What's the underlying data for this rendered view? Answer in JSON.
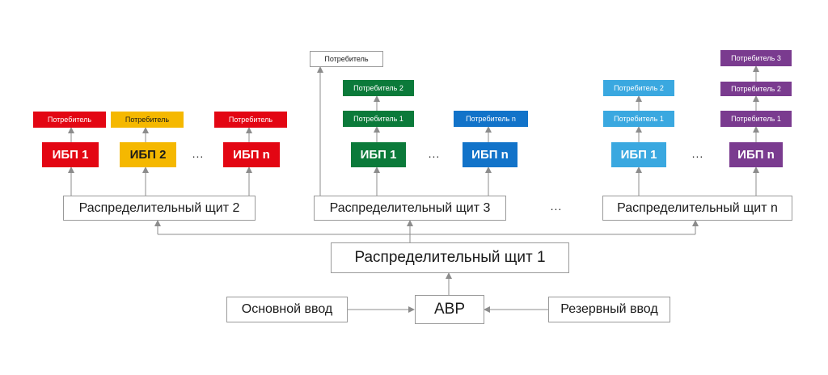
{
  "colors": {
    "red": "#e30613",
    "yellow": "#f5b800",
    "green": "#0b7a3a",
    "blue": "#1273c9",
    "light_blue": "#3aa8e0",
    "purple": "#7a3b8f",
    "line": "#8c8c8c"
  },
  "inputs": {
    "main": "Основной ввод",
    "ats": "АВР",
    "reserve": "Резервный ввод"
  },
  "board1": "Распределительный щит 1",
  "board2": {
    "label": "Распределительный щит 2",
    "ups": [
      "ИБП 1",
      "ИБП 2",
      "ИБП n"
    ],
    "consumers": [
      "Потребитель",
      "Потребитель",
      "Потребитель"
    ]
  },
  "board3": {
    "label": "Распределительный щит 3",
    "direct_consumer": "Потребитель",
    "ups": [
      "ИБП 1",
      "ИБП n"
    ],
    "ups1_consumers": [
      "Потребитель 1",
      "Потребитель 2"
    ],
    "upsn_consumers": [
      "Потребитель n"
    ]
  },
  "boardn": {
    "label": "Распределительный щит n",
    "ups": [
      "ИБП 1",
      "ИБП n"
    ],
    "ups1_consumers": [
      "Потребитель 1",
      "Потребитель 2"
    ],
    "upsn_consumers": [
      "Потребитель 1",
      "Потребитель 2",
      "Потребитель 3"
    ]
  },
  "ellipsis": "..."
}
